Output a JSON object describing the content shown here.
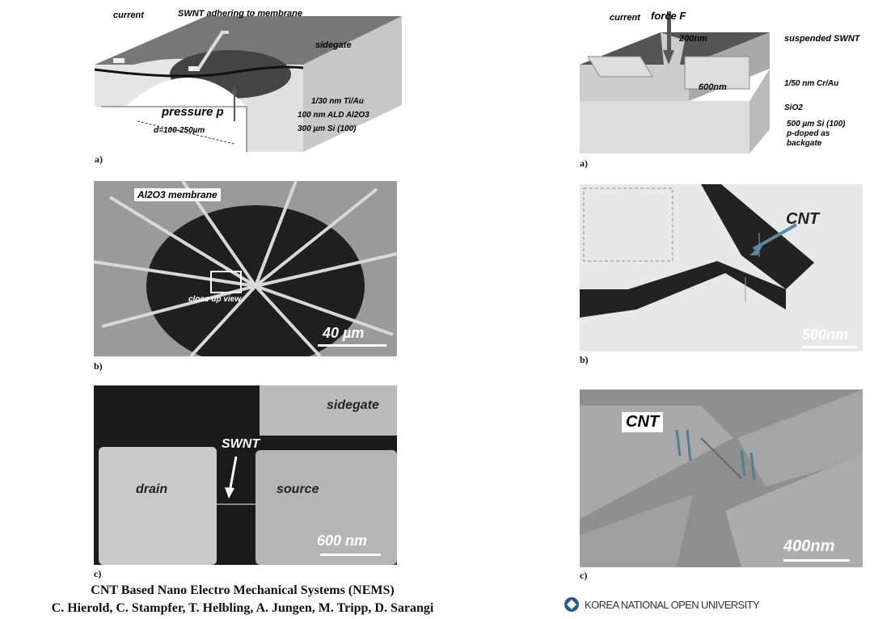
{
  "left": {
    "a": {
      "label": "a)",
      "current": "current",
      "swnt_adhering": "SWNT adhering to membrane",
      "sidegate": "sidegate",
      "pressure": "pressure p",
      "ti_au": "1/30 nm Ti/Au",
      "ald": "100 nm ALD Al2O3",
      "si": "300 µm Si (100)",
      "diameter": "d=100-250µm"
    },
    "b": {
      "label": "b)",
      "membrane": "Al2O3 membrane",
      "closeup": "close up view",
      "scale": "40 µm"
    },
    "c": {
      "label": "c)",
      "sidegate": "sidegate",
      "swnt": "SWNT",
      "drain": "drain",
      "source": "source",
      "scale": "600 nm"
    }
  },
  "right": {
    "a": {
      "label": "a)",
      "current": "current",
      "force": "force F",
      "nm200": "200nm",
      "suspended": "suspended SWNT",
      "nm600": "600nm",
      "cr_au": "1/50 nm Cr/Au",
      "sio2": "SiO2",
      "si_line1": "500 µm Si (100)",
      "si_line2": "p-doped as",
      "si_line3": "backgate"
    },
    "b": {
      "label": "b)",
      "cnt": "CNT",
      "scale": "500nm"
    },
    "c": {
      "label": "c)",
      "cnt": "CNT",
      "scale": "400nm"
    }
  },
  "footer": {
    "title": "CNT Based Nano Electro Mechanical Systems (NEMS)",
    "authors": "C. Hierold, C. Stampfer, T. Helbling, A. Jungen, M. Tripp, D. Sarangi",
    "university": "KOREA NATIONAL OPEN UNIVERSITY"
  },
  "colors": {
    "dark_gray": "#555555",
    "sem_dark": "#1a1a1a",
    "arrow_teal": "#5b8aa0"
  }
}
